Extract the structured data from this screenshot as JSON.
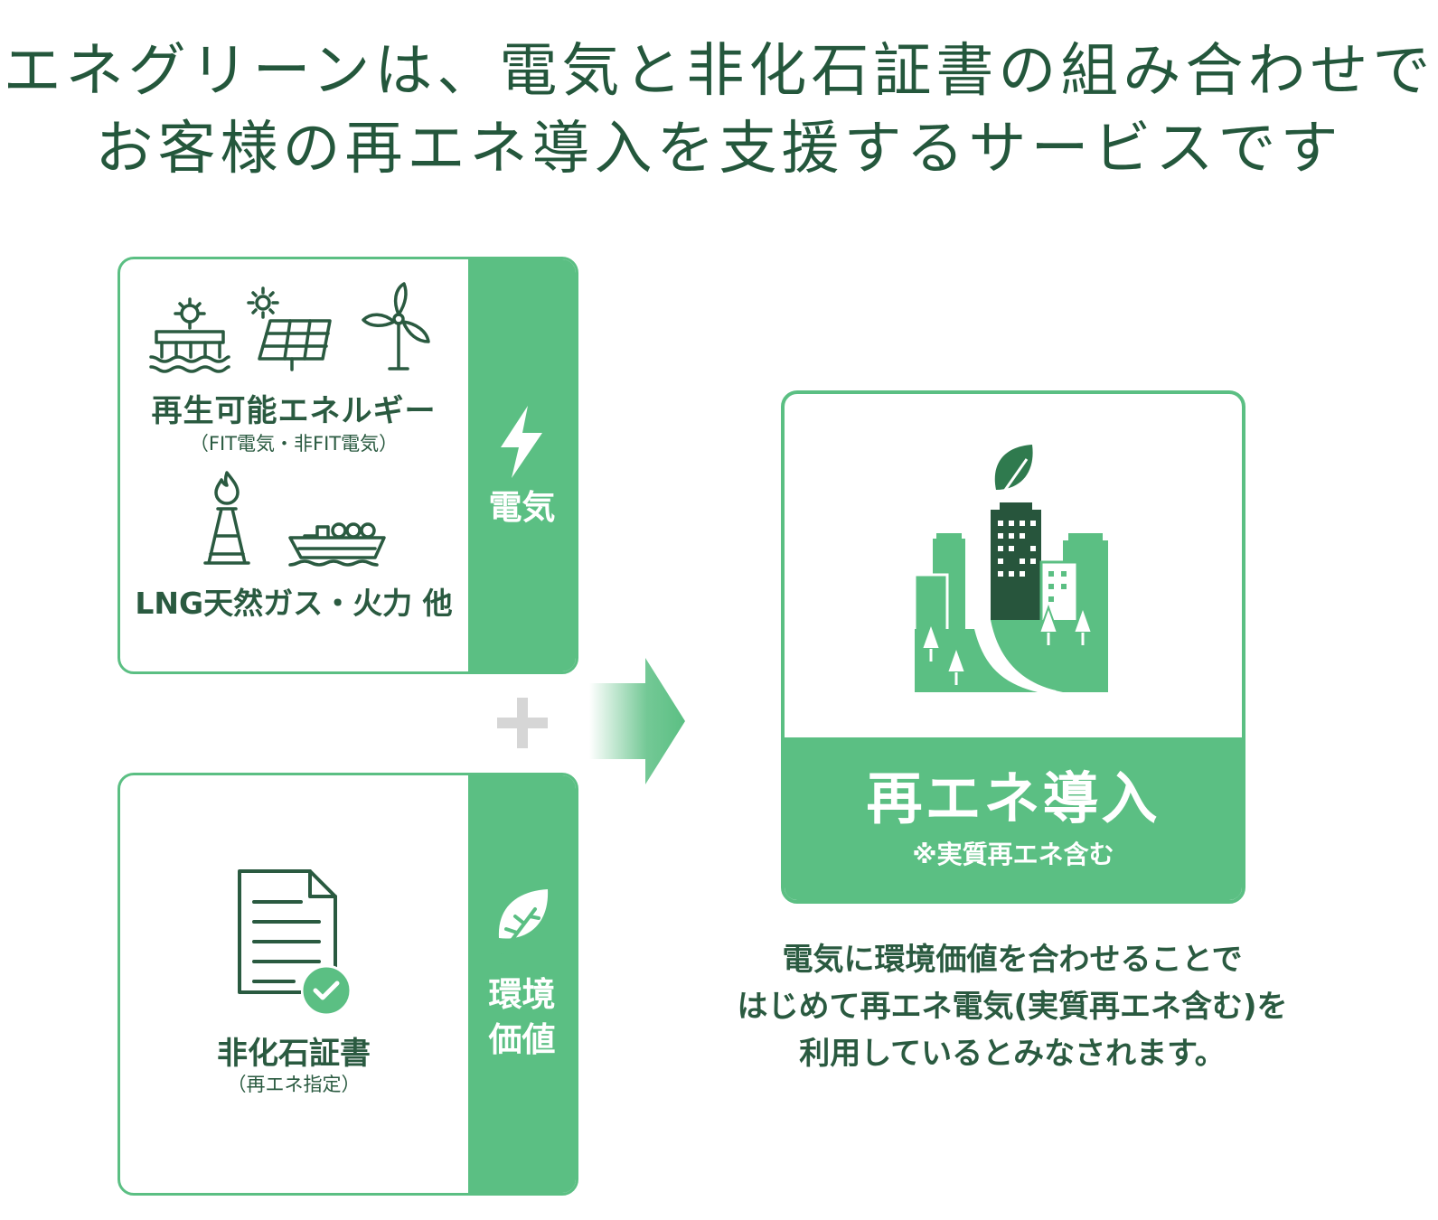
{
  "headline": {
    "line1": "エネグリーンは、電気と非化石証書の組み合わせで",
    "line2": "お客様の再エネ導入を支援するサービスです"
  },
  "electricity_card": {
    "band_label": "電気",
    "renewable_label": "再生可能エネルギー",
    "renewable_sub": "（FIT電気・非FIT電気）",
    "fossil_label": "LNG天然ガス・火力 他",
    "icons": [
      "hydro-dam-icon",
      "solar-panel-icon",
      "wind-turbine-icon",
      "gas-flare-icon",
      "lng-tanker-icon",
      "lightning-icon"
    ]
  },
  "certificate_card": {
    "band_label_1": "環境",
    "band_label_2": "価値",
    "cert_label": "非化石証書",
    "cert_sub": "（再エネ指定）",
    "icons": [
      "certificate-document-icon",
      "check-badge-icon",
      "leaf-icon"
    ]
  },
  "result_card": {
    "title": "再エネ導入",
    "note": "※実質再エネ含む",
    "icons": [
      "green-city-icon"
    ]
  },
  "description": {
    "line1": "電気に環境価値を合わせることで",
    "line2": "はじめて再エネ電気(実質再エネ含む)を",
    "line3": "利用しているとみなされます。"
  },
  "colors": {
    "accent_green": "#5bbf83",
    "dark_green": "#24573c",
    "plus_gray": "#d6d6d6"
  }
}
